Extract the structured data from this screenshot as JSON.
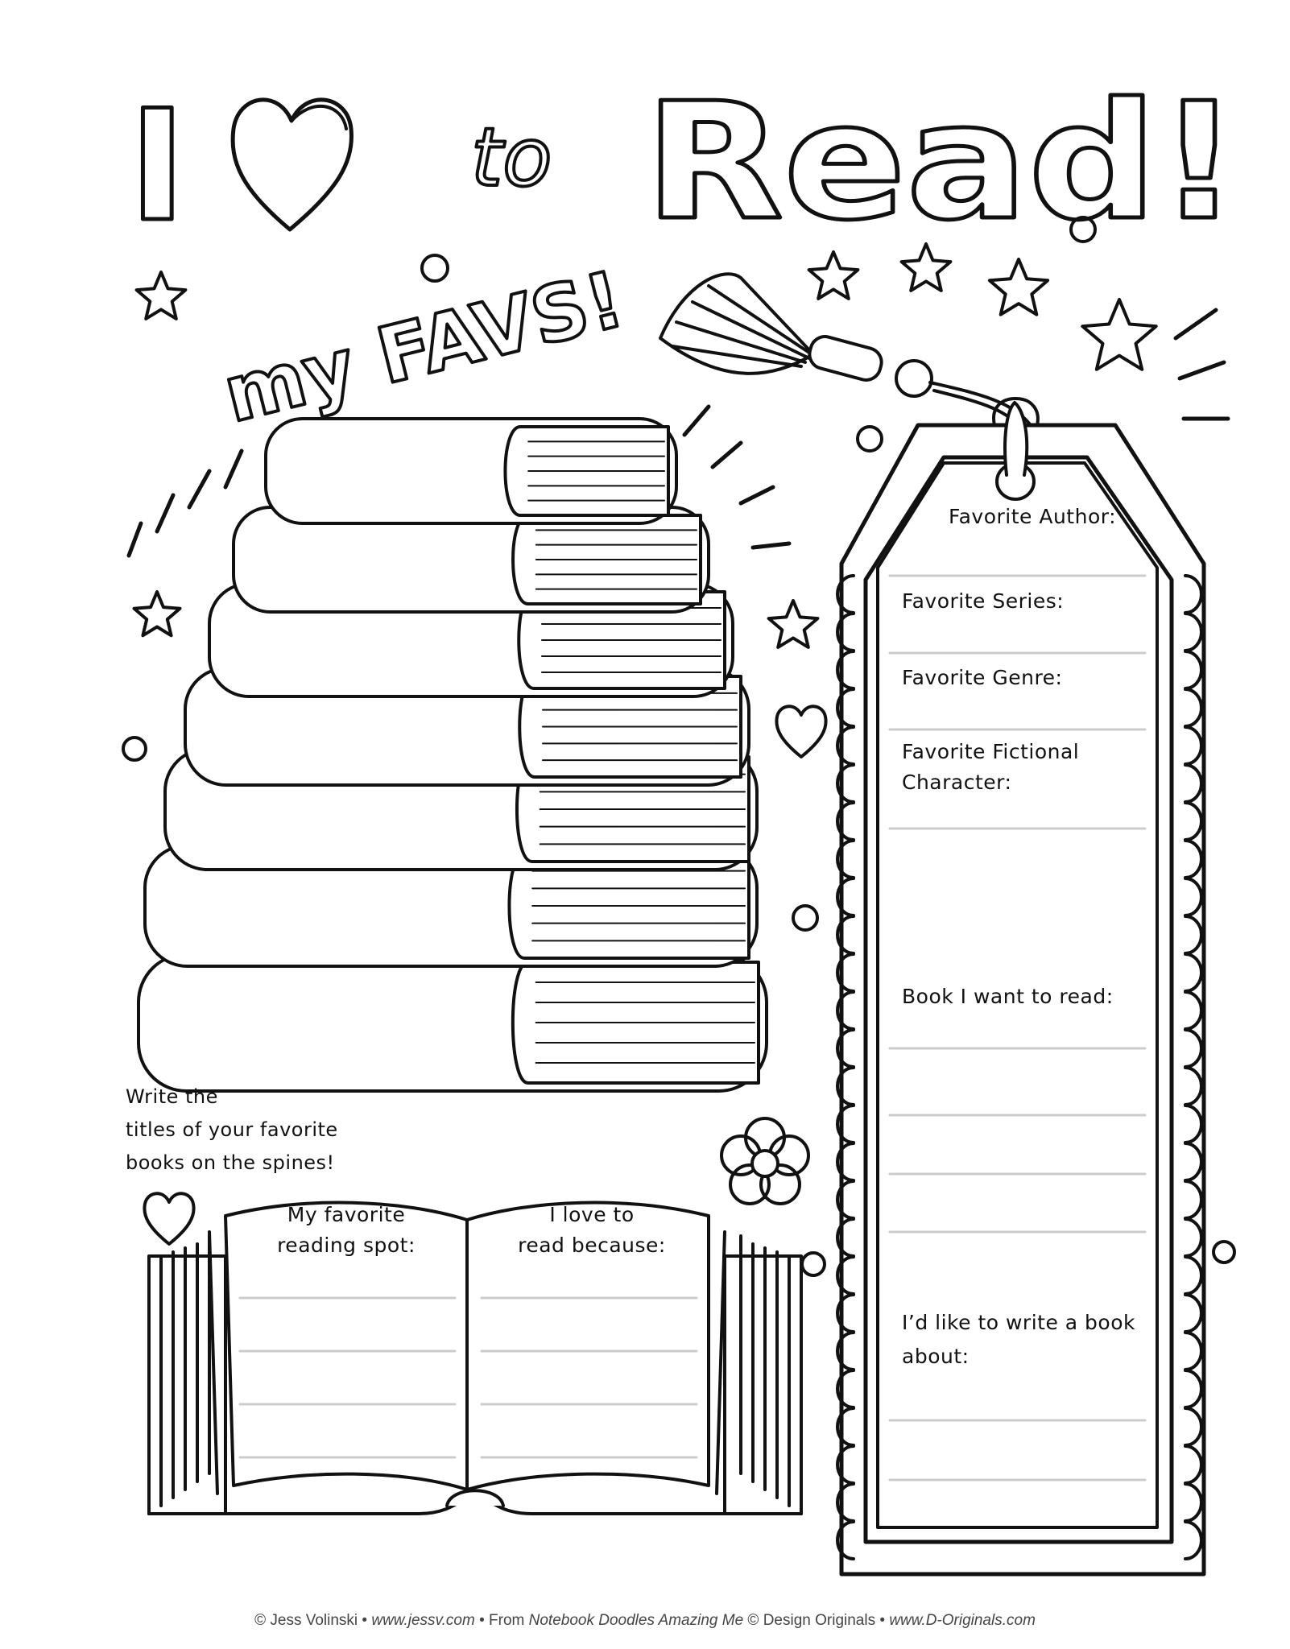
{
  "title": {
    "word_i": "I",
    "word_to": "to",
    "word_read": "Read!",
    "heart_icon": "heart-icon"
  },
  "subtitle": "my FAVS!",
  "instructions": [
    "Write the",
    "titles of your favorite",
    "books on the spines!"
  ],
  "open_book": {
    "left_page": [
      "My favorite",
      "reading spot:"
    ],
    "right_page": [
      "I love to",
      "read because:"
    ]
  },
  "bookmark": {
    "fields": [
      {
        "label": [
          "Favorite Author:"
        ]
      },
      {
        "label": [
          "Favorite Series:"
        ]
      },
      {
        "label": [
          "Favorite Genre:"
        ]
      },
      {
        "label": [
          "Favorite Fictional",
          "Character:"
        ]
      },
      {
        "label": [
          "Book I want to read:"
        ]
      },
      {
        "label": [
          "I’d like to write a book",
          "about:"
        ]
      }
    ]
  },
  "footer": {
    "author": "© Jess Volinski",
    "site": "www.jessv.com",
    "from": "From",
    "book": "Notebook Doodles Amazing Me",
    "publisher": "© Design Originals",
    "publisher_site": "www.D-Originals.com",
    "sep": " • "
  },
  "colors": {
    "ink": "#111111",
    "rule": "#cccccc"
  }
}
